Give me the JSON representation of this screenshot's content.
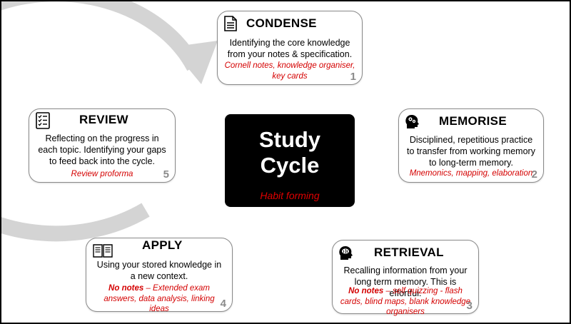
{
  "center": {
    "title_line1": "Study",
    "title_line2": "Cycle",
    "subtitle": "Habit forming"
  },
  "steps": [
    {
      "number": "1",
      "title": "CONDENSE",
      "icon": "document-icon",
      "description": "Identifying the core knowledge from your notes & specification.",
      "tools_bold": "",
      "tools": "Cornell notes, knowledge organiser, key cards"
    },
    {
      "number": "2",
      "title": "MEMORISE",
      "icon": "head-gears-icon",
      "description": "Disciplined, repetitious practice to transfer from working memory to long-term memory.",
      "tools_bold": "",
      "tools": "Mnemonics, mapping, elaboration"
    },
    {
      "number": "3",
      "title": "RETRIEVAL",
      "icon": "head-brain-icon",
      "description": "Recalling information from your long term memory. This is effortful.",
      "tools_bold": "No notes",
      "tools": " – self quizzing - flash cards, blind maps, blank knowledge organisers"
    },
    {
      "number": "4",
      "title": "APPLY",
      "icon": "open-book-icon",
      "description": "Using your stored knowledge in a new context.",
      "tools_bold": "No notes",
      "tools": " – Extended exam answers, data analysis, linking ideas"
    },
    {
      "number": "5",
      "title": "REVIEW",
      "icon": "checklist-icon",
      "description": "Reflecting on the progress in each topic. Identifying your gaps to feed back into the cycle.",
      "tools_bold": "",
      "tools": "Review proforma"
    }
  ],
  "colors": {
    "ring": "#d4d4d4",
    "card_border": "#8a8a8a",
    "center_box": "#000000",
    "accent_red": "#d40000",
    "step_number": "#8a8a8a"
  }
}
